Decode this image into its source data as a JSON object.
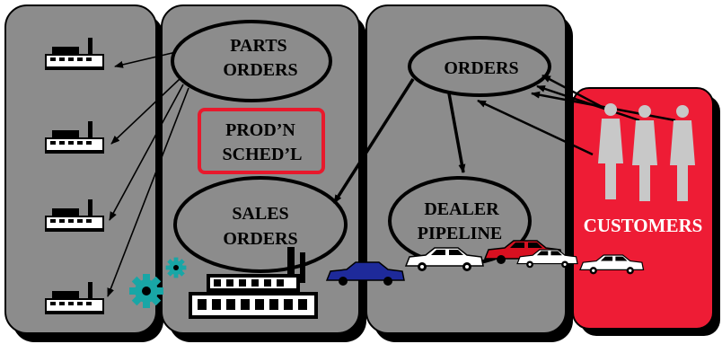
{
  "labels": {
    "parts_orders_line1": "PARTS",
    "parts_orders_line2": "ORDERS",
    "prod_sched_line1": "PROD’N",
    "prod_sched_line2": "SCHED’L",
    "sales_orders_line1": "SALES",
    "sales_orders_line2": "ORDERS",
    "orders": "ORDERS",
    "dealer_pipeline_line1": "DEALER",
    "dealer_pipeline_line2": "PIPELINE",
    "customers": "CUSTOMERS"
  },
  "colors": {
    "panel_fill": "#8c8c8c",
    "panel_shadow": "#000000",
    "customer_panel": "#ee1c35",
    "prod_sched_border": "#e8192c",
    "gear": "#19a6a6",
    "figure": "#c8c8c8",
    "blue_car": "#1e2a9a",
    "red_car": "#d81020"
  },
  "icons": {
    "factory": "factory-icon",
    "big_factory": "large-factory-icon",
    "gear": "gear-icon",
    "car": "car-icon",
    "person": "person-icon"
  }
}
